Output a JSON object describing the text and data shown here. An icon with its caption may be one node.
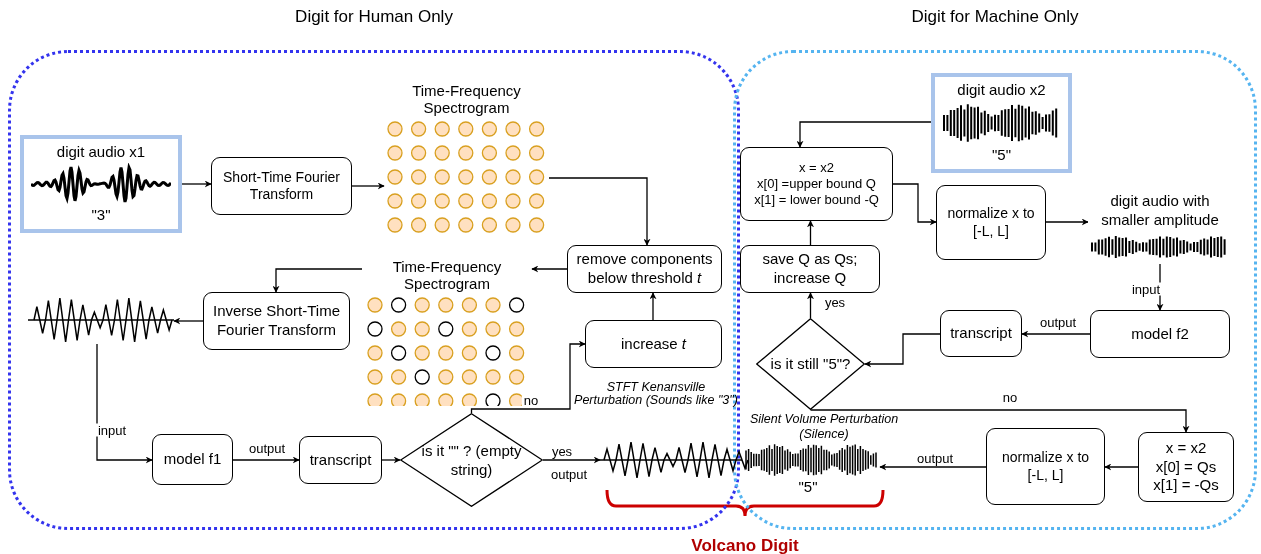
{
  "diagram": {
    "nodes": [
      {
        "text": [
          "Digit for Human Only"
        ]
      },
      {
        "text": [
          "Digit for Machine Only"
        ]
      },
      {
        "text": [
          "digit audio x1",
          "\"3\""
        ],
        "in": 0
      },
      {
        "text": [
          "Short-Time Fourier Transform"
        ],
        "in": 0
      },
      {
        "text": [
          "Time-Frequency Spectrogram"
        ],
        "in": 0
      },
      {
        "text": [
          "remove components below threshold *t*"
        ],
        "in": 0
      },
      {
        "text": [
          "Time-Frequency Spectrogram"
        ],
        "in": 0
      },
      {
        "text": [
          "Inverse Short-Time Fourier Transform"
        ],
        "in": 0
      },
      {
        "text": [],
        "shape": "picture",
        "in": 0
      },
      {
        "text": [
          "increase *t*"
        ],
        "in": 0
      },
      {
        "text": [
          "model f1"
        ],
        "in": 0
      },
      {
        "text": [
          "transcript"
        ],
        "in": 0
      },
      {
        "text": [
          "is it \"\" ? (empty string)"
        ],
        "in": 0
      },
      {
        "text": [],
        "shape": "picture",
        "beside": [
          "Silent Volume Perturbation (Silence)",
          "\"5\""
        ]
      },
      {
        "text": [
          "digit audio x2",
          "\"5\""
        ],
        "in": 1
      },
      {
        "text": [
          "x = x2",
          "x[0] =upper bound Q",
          "x[1] = lower bound -Q"
        ],
        "in": 1
      },
      {
        "text": [
          "save Q as Qs; increase Q"
        ],
        "in": 1
      },
      {
        "text": [
          "normalize x to [-L, L]"
        ],
        "in": 1
      },
      {
        "text": [
          "digit audio with smaller amplitude"
        ],
        "in": 1
      },
      {
        "text": [
          "model f2"
        ],
        "in": 1
      },
      {
        "text": [
          "transcript"
        ],
        "in": 1
      },
      {
        "text": [
          "is it still \"5\"?"
        ],
        "in": 1
      },
      {
        "text": [
          "x = x2",
          "x[0] = Qs",
          "x[1] = -Qs"
        ],
        "in": 1
      },
      {
        "text": [
          "normalize x to [-L, L]"
        ],
        "in": 1
      }
    ],
    "edges": [
      {
        "from": 2,
        "to": 3,
        "arrow": "to"
      },
      {
        "from": 3,
        "to": 4,
        "arrow": "to"
      },
      {
        "from": 4,
        "to": 5,
        "arrow": "to"
      },
      {
        "from": 5,
        "to": 6,
        "arrow": "to"
      },
      {
        "from": 6,
        "to": 7,
        "arrow": "to"
      },
      {
        "from": 7,
        "to": 8,
        "arrow": "to"
      },
      {
        "from": 8,
        "to": 10,
        "arrow": "to",
        "label": "input"
      },
      {
        "from": 10,
        "to": 11,
        "arrow": "to",
        "label": "output"
      },
      {
        "from": 11,
        "to": 12,
        "arrow": "to"
      },
      {
        "from": 12,
        "to": 13,
        "arrow": "to",
        "label": "yes"
      },
      {
        "from": 12,
        "to": 9,
        "arrow": "to",
        "label": "no"
      },
      {
        "from": 9,
        "to": 5,
        "arrow": "to"
      },
      {
        "from": 14,
        "to": 15,
        "arrow": "to"
      },
      {
        "from": 15,
        "to": 17,
        "arrow": "to"
      },
      {
        "from": 17,
        "to": 18,
        "arrow": "to"
      },
      {
        "from": 18,
        "to": 19,
        "arrow": "to",
        "label": "input"
      },
      {
        "from": 19,
        "to": 20,
        "arrow": "to",
        "label": "output"
      },
      {
        "from": 20,
        "to": 21,
        "arrow": "to"
      },
      {
        "from": 21,
        "to": 16,
        "arrow": "to",
        "label": "yes"
      },
      {
        "from": 16,
        "to": 15,
        "arrow": "to"
      },
      {
        "from": 21,
        "to": 22,
        "arrow": "to",
        "label": "no"
      },
      {
        "from": 22,
        "to": 23,
        "arrow": "to"
      },
      {
        "from": 23,
        "to": 13,
        "arrow": "to",
        "label": "output"
      }
    ],
    "labels": [
      "STFT Kenansville Perturbation (Sounds like \"3\")",
      "Volcano Digit",
      "output"
    ]
  }
}
